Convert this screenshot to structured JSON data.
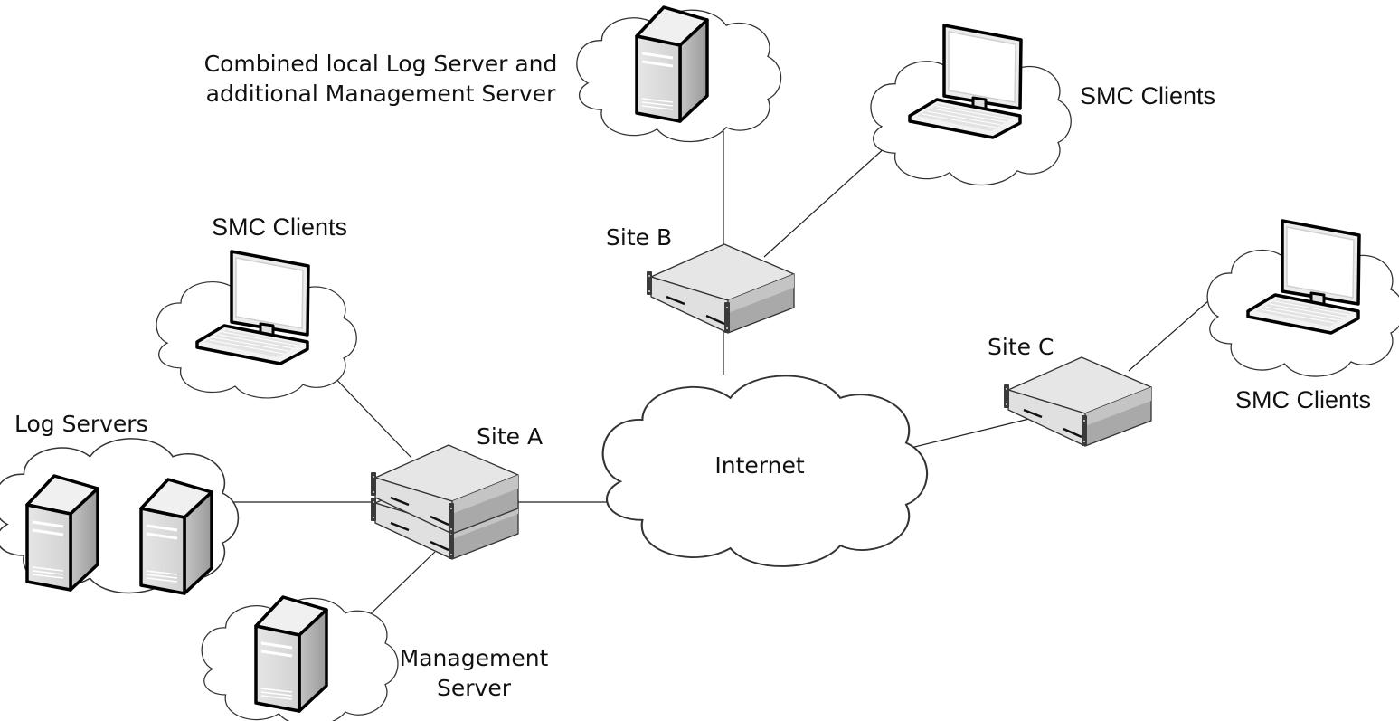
{
  "diagram": {
    "title": "Multi-site SMC deployment",
    "labels": {
      "combined_server_line1": "Combined local Log Server and",
      "combined_server_line2": "additional Management Server",
      "smc_clients_top": "SMC Clients",
      "smc_clients_left": "SMC Clients",
      "smc_clients_right": "SMC Clients",
      "site_a": "Site A",
      "site_b": "Site B",
      "site_c": "Site C",
      "internet": "Internet",
      "log_servers": "Log Servers",
      "management_server_line1": "Management",
      "management_server_line2": "Server"
    },
    "nodes": [
      {
        "id": "internet",
        "type": "cloud"
      },
      {
        "id": "site-a",
        "type": "appliance-stack",
        "count": 2
      },
      {
        "id": "site-b",
        "type": "appliance"
      },
      {
        "id": "site-c",
        "type": "appliance"
      },
      {
        "id": "combined-server",
        "type": "server-tower"
      },
      {
        "id": "smc-clients-top",
        "type": "workstation"
      },
      {
        "id": "smc-clients-left",
        "type": "workstation"
      },
      {
        "id": "smc-clients-right",
        "type": "workstation"
      },
      {
        "id": "log-servers",
        "type": "server-tower",
        "count": 2
      },
      {
        "id": "management-server",
        "type": "server-tower"
      }
    ],
    "edges": [
      [
        "site-a",
        "internet"
      ],
      [
        "site-b",
        "internet"
      ],
      [
        "site-c",
        "internet"
      ],
      [
        "site-b",
        "combined-server"
      ],
      [
        "site-b",
        "smc-clients-top"
      ],
      [
        "site-c",
        "smc-clients-right"
      ],
      [
        "site-a",
        "smc-clients-left"
      ],
      [
        "site-a",
        "log-servers"
      ],
      [
        "site-a",
        "management-server"
      ]
    ],
    "colors": {
      "outline": "#000000",
      "device_front": "#e4e4e4",
      "device_side": "#a8a8a8",
      "device_top": "#ececec",
      "screen": "#ffffff",
      "line": "#222222"
    }
  }
}
